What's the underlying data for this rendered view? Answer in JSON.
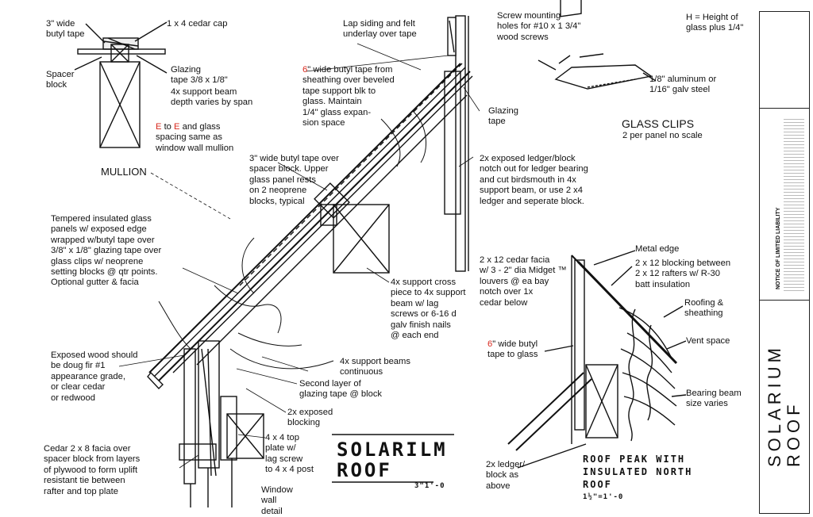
{
  "labels": {
    "butyl_tape_3in": "3\" wide\nbutyl tape",
    "cedar_cap": "1 x 4 cedar cap",
    "spacer_block": "Spacer\nblock",
    "glazing_tape_3_8": "Glazing\ntape 3/8 x 1/8\"",
    "support_beam_depth": "4x support beam\ndepth varies by span",
    "e_letter_1": "E",
    "e_to": " to ",
    "e_letter_2": "E",
    "e_spacing_rest": " and glass\nspacing same as\nwindow wall mullion",
    "mullion": "MULLION",
    "lap_siding": "Lap siding and felt\nunderlay over tape",
    "butyl_6in_red": "6",
    "butyl_6in_rest": "\" wide butyl tape from\nsheathing over beveled\ntape support blk to\nglass. Maintain\n1/4\" glass expan-\nsion space",
    "screw_holes": "Screw mounting\nholes for #10 x 1 3/4\"\nwood screws",
    "h_height": "H = Height of\nglass plus 1/4\"",
    "aluminum": "1/8\" aluminum or\n1/16\" galv steel",
    "glass_clips": "GLASS CLIPS",
    "glass_clips_sub": "2 per panel  no scale",
    "glazing_tape": "Glazing\ntape",
    "butyl_over_spacer": "3\" wide butyl tape over\nspacer block. Upper\nglass panel rests\non 2 neoprene\nblocks, typical",
    "exposed_ledger": "2x exposed ledger/block\nnotch out for ledger bearing\nand cut birdsmouth in 4x\nsupport beam, or use 2 x4\nledger and seperate block.",
    "tempered_glass": "Tempered insulated glass\npanels w/ exposed edge\nwrapped w/butyl tape over\n3/8\" x 1/8\" glazing tape over\nglass clips w/ neoprene\nsetting blocks @ qtr points.\nOptional gutter & facia",
    "cross_piece": "4x support cross\npiece to 4x support\nbeam w/ lag\nscrews or 6-16 d\ngalv finish nails\n@ each end",
    "cedar_facia": "2 x 12 cedar facia\nw/ 3 - 2\" dia Midget ™\nlouvers @ ea bay\nnotch over 1x\ncedar below",
    "metal_edge": "Metal edge",
    "blocking_2x12": "2 x 12 blocking between\n2 x 12 rafters w/ R-30\nbatt insulation",
    "roofing": "Roofing &\nsheathing",
    "vent_space": "Vent space",
    "bearing_beam": "Bearing beam\nsize varies",
    "butyl_glass_red": "6",
    "butyl_glass_rest": "\" wide butyl\ntape to glass",
    "exposed_wood": "Exposed wood should\nbe doug fir #1\nappearance grade,\nor clear cedar\nor redwood",
    "beams_continuous": "4x support beams\ncontinuous",
    "second_layer": "Second layer of\nglazing tape @ block",
    "exposed_blocking": "2x exposed\nblocking",
    "top_plate": "4 x 4 top\nplate w/\nlag screw\nto 4 x 4 post",
    "cedar_2x8": "Cedar 2 x  8 facia over\nspacer block from layers\nof plywood to form uplift\nresistant tie between\nrafter and top plate",
    "window_wall": "Window\nwall\ndetail",
    "ledger_block": "2x ledger/\nblock as\nabove"
  },
  "titles": {
    "main_line1": "SOLARILM",
    "main_line2": "ROOF",
    "main_scale": "3\"1'-0",
    "peak_line1": "ROOF PEAK WITH",
    "peak_line2": "INSULATED NORTH",
    "peak_line3": "ROOF",
    "peak_scale": "1½\"=1'-0"
  },
  "title_block": {
    "name_vertical": "SOLARIUM",
    "sub_vertical": "ROOF",
    "disclaimer_vertical": "NOTICE OF LIMITED LIABILITY"
  },
  "colors": {
    "accent_red": "#d8281d",
    "line": "#111111"
  }
}
